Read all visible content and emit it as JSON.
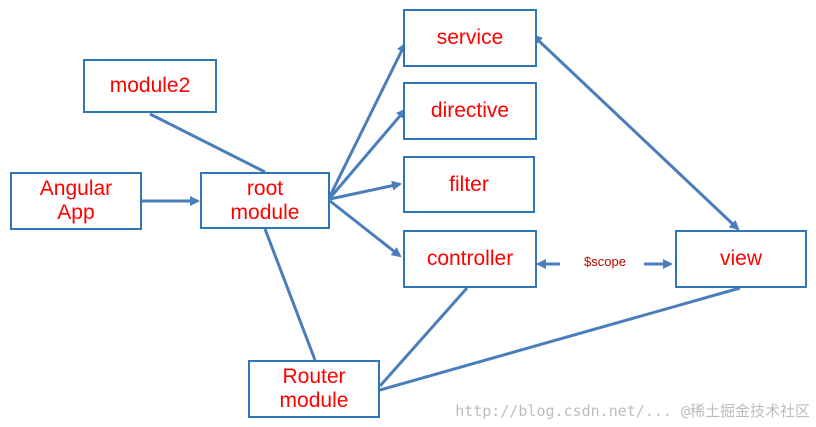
{
  "nodes": {
    "service": "service",
    "directive": "directive",
    "filter": "filter",
    "controller": "controller",
    "view": "view",
    "module2": "module2",
    "angular_app": "Angular\nApp",
    "root_module": "root\nmodule",
    "router_module": "Router\nmodule"
  },
  "edge_labels": {
    "scope": "$scope"
  },
  "watermark": "http://blog.csdn.net/... @稀土掘金技术社区",
  "colors": {
    "box_border": "#2e75b6",
    "arrow": "#4a7ebb",
    "node_text": "#ff0000",
    "edge_label_text": "#c00000"
  }
}
